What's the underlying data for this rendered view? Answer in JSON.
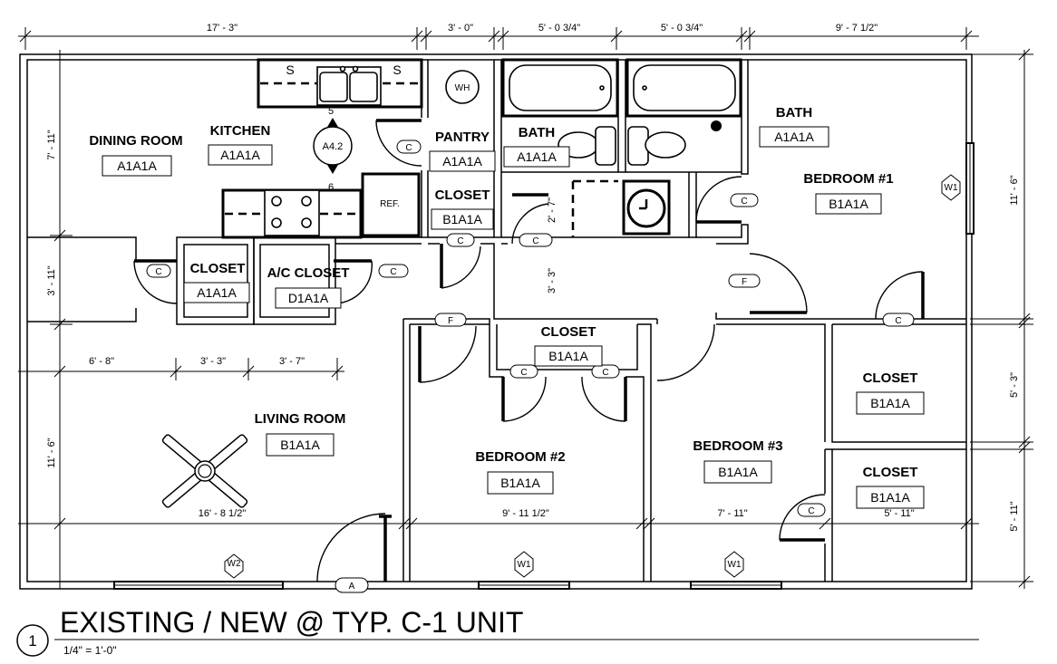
{
  "dimensions": {
    "top": [
      "17' - 3\"",
      "3' - 0\"",
      "5' - 0 3/4\"",
      "5' - 0 3/4\"",
      "9' - 7 1/2\""
    ],
    "left": [
      "7' - 11\"",
      "3' - 11\"",
      "11' - 6\""
    ],
    "right": [
      "11' - 6\"",
      "5' - 3\"",
      "5' - 11\""
    ],
    "interior": {
      "closet_row_1": "6' - 8\"",
      "closet_row_2": "3' - 3\"",
      "closet_row_3": "3' - 7\"",
      "living_width": "16' - 8 1/2\"",
      "bed2_width": "9' - 11 1/2\"",
      "bed3_width": "7' - 11\"",
      "closet_width": "5' - 11\"",
      "hall_a": "2' - 7\"",
      "hall_b": "3' - 3\""
    }
  },
  "rooms": {
    "dining": {
      "name": "DINING ROOM",
      "tag": "A1A1A"
    },
    "kitchen": {
      "name": "KITCHEN",
      "tag": "A1A1A"
    },
    "pantry": {
      "name": "PANTRY",
      "tag": "A1A1A"
    },
    "bath1": {
      "name": "BATH",
      "tag": "A1A1A"
    },
    "bath2": {
      "name": "BATH",
      "tag": "A1A1A"
    },
    "bedroom1": {
      "name": "BEDROOM #1",
      "tag": "B1A1A"
    },
    "closet_hall": {
      "name": "CLOSET",
      "tag": "B1A1A"
    },
    "closet_kitchen": {
      "name": "CLOSET",
      "tag": "A1A1A"
    },
    "ac_closet": {
      "name": "A/C CLOSET",
      "tag": "D1A1A"
    },
    "closet_center": {
      "name": "CLOSET",
      "tag": "B1A1A"
    },
    "living": {
      "name": "LIVING ROOM",
      "tag": "B1A1A"
    },
    "bedroom2": {
      "name": "BEDROOM #2",
      "tag": "B1A1A"
    },
    "bedroom3": {
      "name": "BEDROOM #3",
      "tag": "B1A1A"
    },
    "closet_right_top": {
      "name": "CLOSET",
      "tag": "B1A1A"
    },
    "closet_right_bottom": {
      "name": "CLOSET",
      "tag": "B1A1A"
    }
  },
  "fixtures": {
    "water_heater": "WH",
    "fridge": "REF.",
    "sink_symbol": "S",
    "detail_marker": "A4.2",
    "detail_top": "5",
    "detail_bottom": "6"
  },
  "door_tags": {
    "closet": "C",
    "front": "F",
    "entry": "A"
  },
  "window_tags": {
    "w1": "W1",
    "w2": "W2"
  },
  "title": {
    "number": "1",
    "text": "EXISTING / NEW @ TYP. C-1 UNIT",
    "scale": "1/4\" = 1'-0\""
  }
}
